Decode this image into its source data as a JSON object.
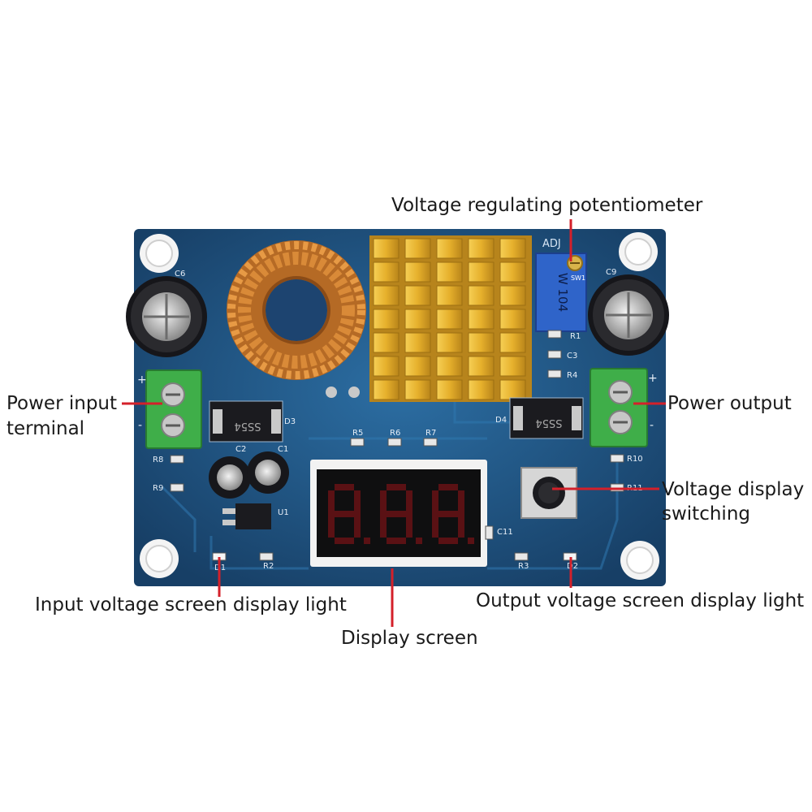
{
  "callouts": {
    "potentiometer": "Voltage regulating potentiometer",
    "power_input_line1": "Power input",
    "power_input_line2": "terminal",
    "power_output": "Power output",
    "voltage_switch_line1": "Voltage display",
    "voltage_switch_line2": "switching",
    "input_light": "Input voltage screen display light",
    "display_screen": "Display screen",
    "output_light": "Output voltage screen display light"
  },
  "board_labels": {
    "adj": "ADJ",
    "pot_marking": "W 104",
    "pot_sw": "SW1",
    "c6": "C6",
    "c9": "C9",
    "c1": "C1",
    "c2": "C2",
    "c3": "C3",
    "c11": "C11",
    "r1": "R1",
    "r2": "R2",
    "r3": "R3",
    "r4": "R4",
    "r5": "R5",
    "r6": "R6",
    "r7": "R7",
    "r8": "R8",
    "r9": "R9",
    "r10": "R10",
    "r11": "R11",
    "d1": "D1",
    "d2": "D2",
    "d3": "D3",
    "d4": "D4",
    "u1": "U1",
    "diode_marking": "SS54",
    "in_minus": "-",
    "in_plus": "+",
    "out_minus": "-",
    "out_plus": "+",
    "display_digits": "8.8.8."
  },
  "colors": {
    "pcb": "#1b4f7e",
    "heatsink": "#e0ad2c",
    "terminal": "#3fae49",
    "pointer": "#d4202a",
    "copper": "#c8782a"
  }
}
